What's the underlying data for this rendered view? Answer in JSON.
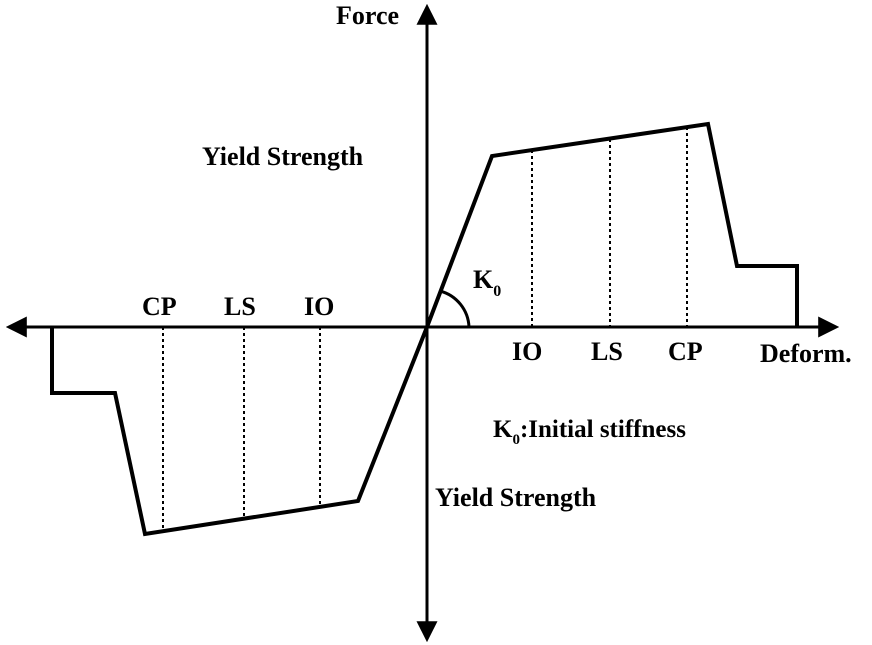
{
  "labels": {
    "y_axis": "Force",
    "x_axis": "Deform.",
    "yield_strength_top": "Yield Strength",
    "yield_strength_bottom": "Yield Strength",
    "k0_symbol": "K",
    "k0_subscript": "0",
    "k0_note_symbol": "K",
    "k0_note_subscript": "0",
    "k0_note_text": ":Initial stiffness"
  },
  "performance_levels_positive": [
    "IO",
    "LS",
    "CP"
  ],
  "performance_levels_negative": [
    "CP",
    "LS",
    "IO"
  ],
  "colors": {
    "line": "#000000",
    "background": "#ffffff"
  }
}
